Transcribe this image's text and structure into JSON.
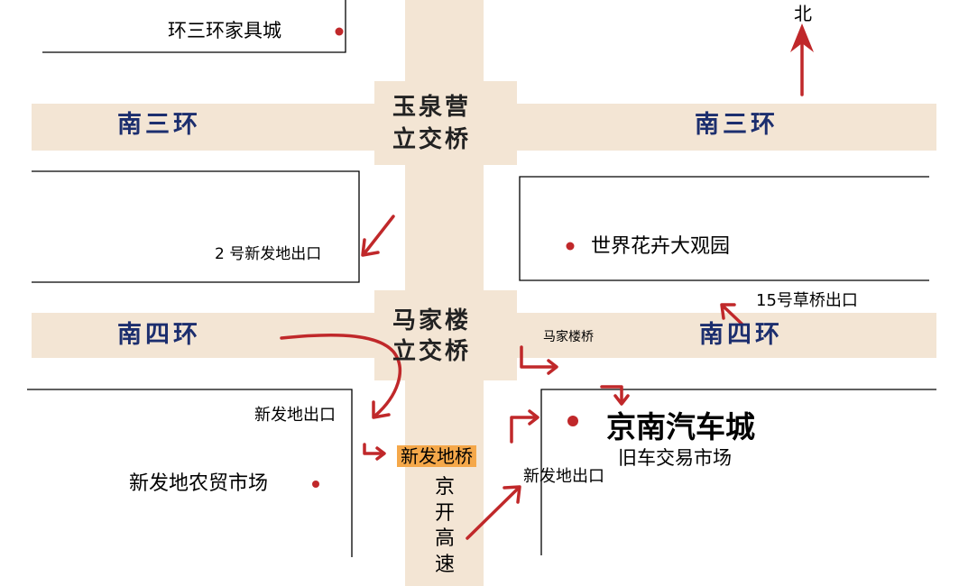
{
  "map": {
    "compass": {
      "label": "北"
    },
    "roads": {
      "south_third_ring_west": "南三环",
      "south_third_ring_east": "南三环",
      "south_fourth_ring_west": "南四环",
      "south_fourth_ring_east": "南四环",
      "jingkai_expressway": "京开高速"
    },
    "bridges": {
      "yuquanying_line1": "玉泉营",
      "yuquanying_line2": "立交桥",
      "majialou_line1": "马家楼",
      "majialou_line2": "立交桥",
      "majialou_small": "马家楼桥",
      "xinfadi": "新发地桥"
    },
    "exits": {
      "exit2_xinfadi": "2 号新发地出口",
      "exit15_caoqiao": "15号草桥出口",
      "xinfadi_west": "新发地出口",
      "xinfadi_east": "新发地出口"
    },
    "pois": {
      "furniture_city": "环三环家具城",
      "flower_park": "世界花卉大观园",
      "xinfadi_market": "新发地农贸市场",
      "jingnan_auto_city": "京南汽车城",
      "used_car_market": "旧车交易市场"
    },
    "colors": {
      "road_fill": "#f3e5d4",
      "road_label": "#1c2e6e",
      "arrow": "#c0282a",
      "highlight": "#f5a84a",
      "boundary_line": "#000000"
    }
  }
}
